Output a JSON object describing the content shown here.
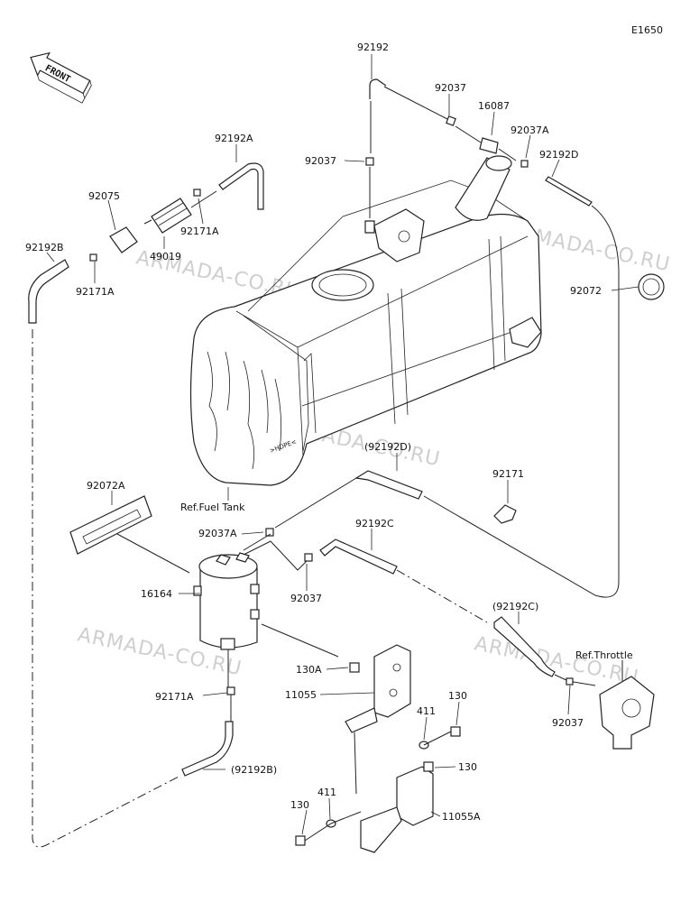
{
  "diagram_code": "E1650",
  "front_label": "FRONT",
  "watermark": "ARMADA-CO.RU",
  "labels": {
    "p92192_top": "92192",
    "p92037_a": "92037",
    "p16087": "16087",
    "p92037A_top": "92037A",
    "p92192D": "92192D",
    "p92037_left": "92037",
    "p92192A": "92192A",
    "p92075": "92075",
    "p92171A_mid": "92171A",
    "p49019": "49019",
    "p92192B_top": "92192B",
    "p92171A_left": "92171A",
    "p92072": "92072",
    "ref_fuel_tank": "Ref.Fuel Tank",
    "p92192D_paren": "(92192D)",
    "p92171": "92171",
    "p92072A": "92072A",
    "p92037A_mid": "92037A",
    "p92192C": "92192C",
    "p16164": "16164",
    "p92037_mid": "92037",
    "p92192C_paren": "(92192C)",
    "ref_throttle": "Ref.Throttle",
    "p130A": "130A",
    "p11055": "11055",
    "p92171A_low": "92171A",
    "p130_a": "130",
    "p411_a": "411",
    "p92037_right": "92037",
    "p130_b": "130",
    "p92192B_paren": "(92192B)",
    "p130_c": "130",
    "p411_b": "411",
    "p11055A": "11055A"
  },
  "tank_marking": ">HDPE<"
}
